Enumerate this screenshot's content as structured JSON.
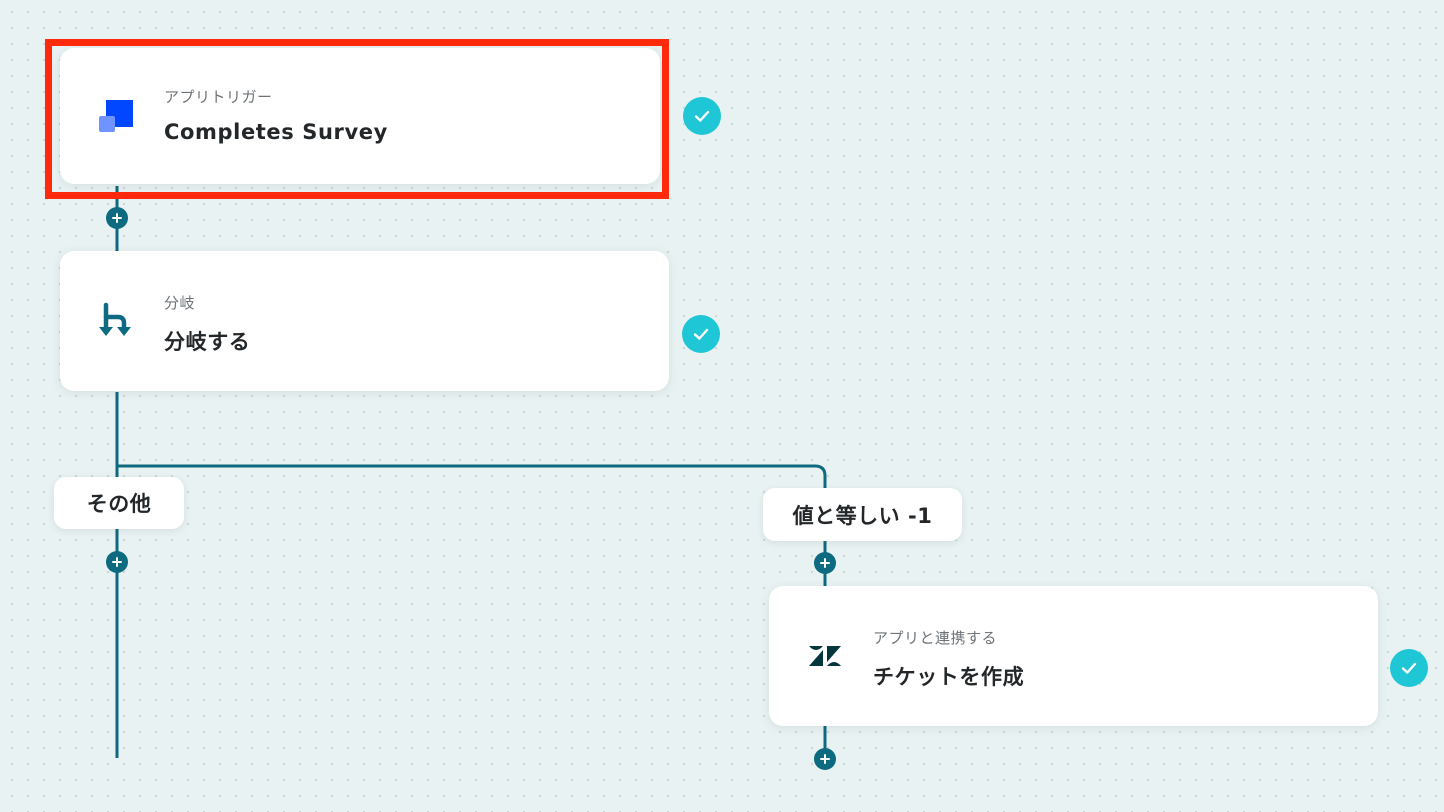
{
  "colors": {
    "line": "#0d6a80",
    "check": "#1ec6d6",
    "highlight": "#ff2a0c",
    "background": "#e9f2f2"
  },
  "nodes": [
    {
      "id": "trigger",
      "sub": "アプリトリガー",
      "title": "Completes Survey",
      "icon": "app-square-icon",
      "status": "complete"
    },
    {
      "id": "branch",
      "sub": "分岐",
      "title": "分岐する",
      "icon": "branch-icon",
      "status": "complete"
    },
    {
      "id": "create-ticket",
      "sub": "アプリと連携する",
      "title": "チケットを作成",
      "icon": "zendesk-icon",
      "status": "complete"
    }
  ],
  "branches": {
    "other": "その他",
    "equals": "値と等しい -1"
  }
}
